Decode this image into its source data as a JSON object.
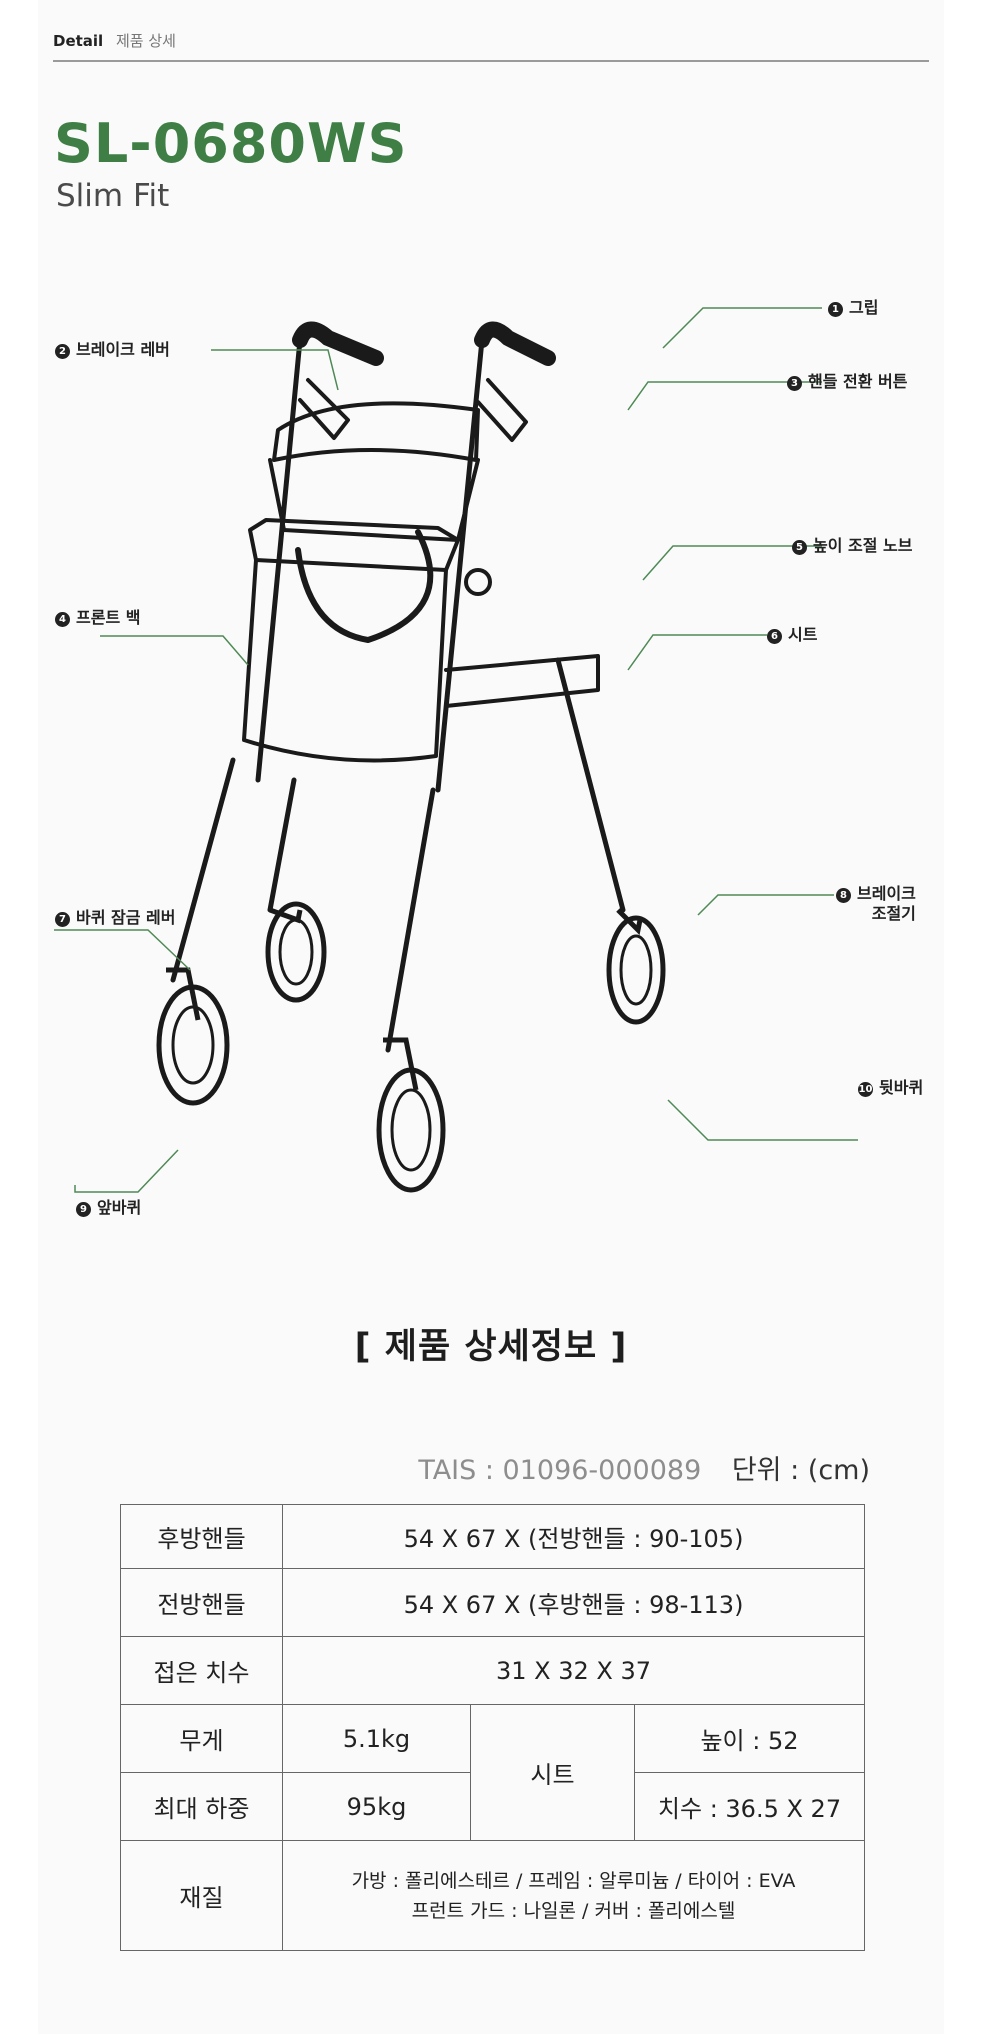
{
  "header": {
    "section_en": "Detail",
    "section_ko": "제품 상세"
  },
  "product": {
    "model": "SL-0680WS",
    "subtitle": "Slim Fit"
  },
  "parts": [
    {
      "num": "1",
      "label": "그립"
    },
    {
      "num": "2",
      "label": "브레이크 레버"
    },
    {
      "num": "3",
      "label": "핸들 전환 버튼"
    },
    {
      "num": "4",
      "label": "프론트 백"
    },
    {
      "num": "5",
      "label": "높이 조절 노브"
    },
    {
      "num": "6",
      "label": "시트"
    },
    {
      "num": "7",
      "label": "바퀴 잠금 레버"
    },
    {
      "num": "8",
      "label": "브레이크",
      "label2": "조절기"
    },
    {
      "num": "9",
      "label": "앞바퀴"
    },
    {
      "num": "10",
      "label": "뒷바퀴"
    }
  ],
  "details": {
    "title": "[ 제품 상세정보 ]",
    "tais": "TAIS  :  01096-000089",
    "unit": "단위 : (cm)",
    "table": {
      "rear_handle_label": "후방핸들",
      "rear_handle_value": "54 X 67 X (전방핸들 : 90-105)",
      "front_handle_label": "전방핸들",
      "front_handle_value": "54 X 67 X (후방핸들 : 98-113)",
      "folded_label": "접은 치수",
      "folded_value": "31 X 32 X 37",
      "weight_label": "무게",
      "weight_value": "5.1kg",
      "seat_label": "시트",
      "seat_height": "높이 : 52",
      "max_load_label": "최대 하중",
      "max_load_value": "95kg",
      "seat_size": "치수 : 36.5 X 27",
      "material_label": "재질",
      "material_line1": "가방 : 폴리에스테르 / 프레임 : 알루미늄 / 타이어 : EVA",
      "material_line2": "프런트 가드 : 나일론 / 커버 : 폴리에스텔"
    }
  },
  "colors": {
    "accent": "#3f7f46",
    "callout_line": "#4e8a55",
    "text": "#222222",
    "background": "#fafafa"
  }
}
